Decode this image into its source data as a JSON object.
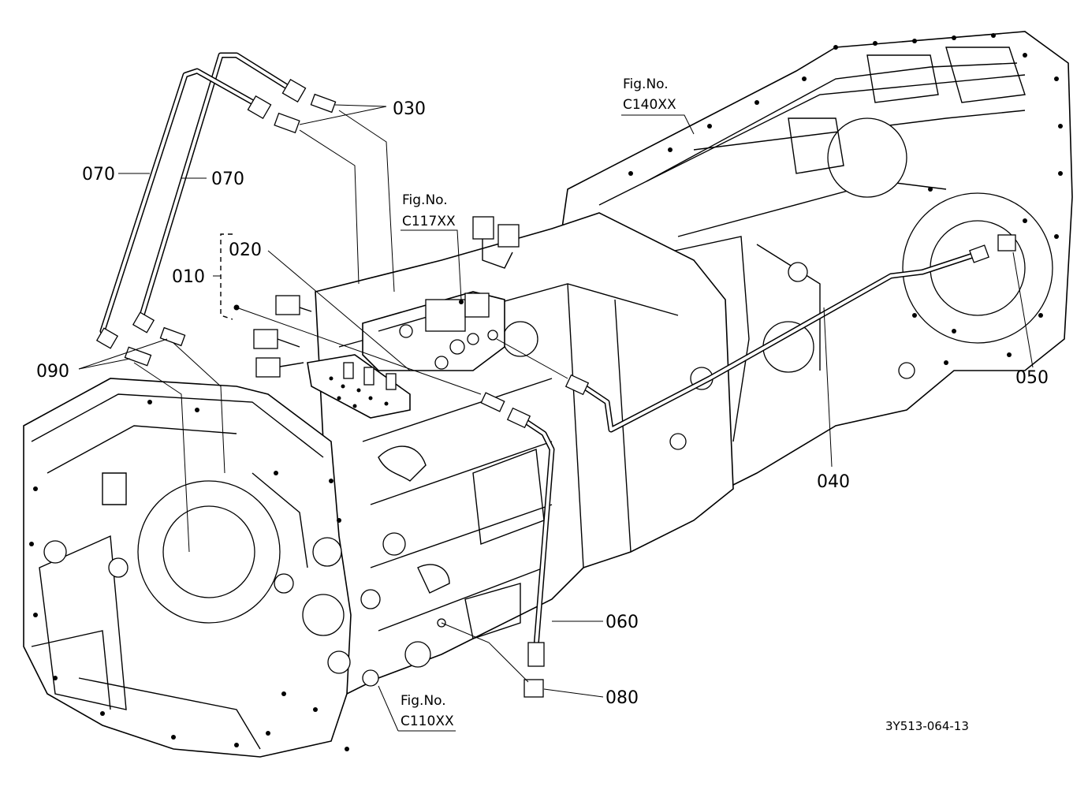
{
  "diagram": {
    "part_labels": {
      "p010": "010",
      "p020": "020",
      "p030": "030",
      "p040": "040",
      "p050": "050",
      "p060": "060",
      "p070a": "070",
      "p070b": "070",
      "p080": "080",
      "p090": "090"
    },
    "figure_refs": [
      {
        "line1": "Fig.No.",
        "line2": "C140XX"
      },
      {
        "line1": "Fig.No.",
        "line2": "C117XX"
      },
      {
        "line1": "Fig.No.",
        "line2": "C110XX"
      }
    ],
    "drawing_code": "3Y513-064-13"
  }
}
